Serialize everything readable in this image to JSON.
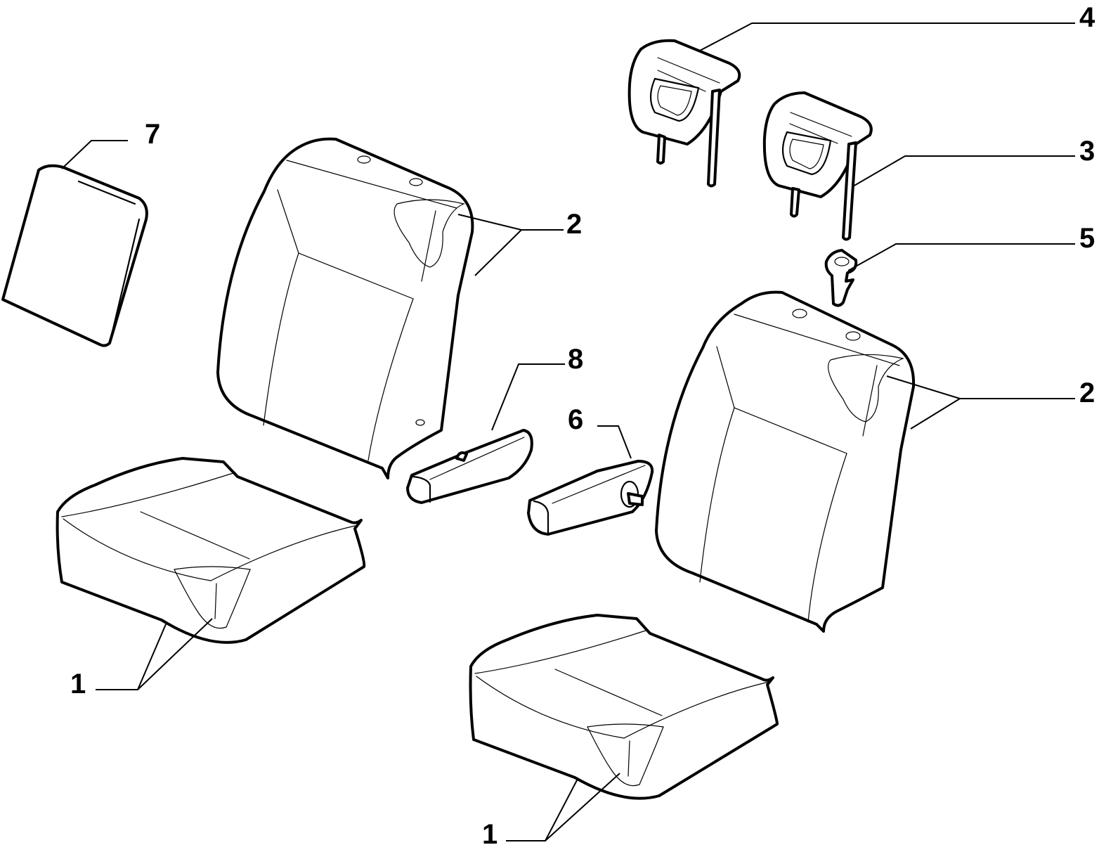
{
  "callouts": {
    "c1_left": "1",
    "c1_bottom": "1",
    "c2_left": "2",
    "c2_right": "2",
    "c3": "3",
    "c4": "4",
    "c5": "5",
    "c6": "6",
    "c7": "7",
    "c8": "8"
  },
  "colors": {
    "line": "#000000",
    "background": "#ffffff"
  }
}
